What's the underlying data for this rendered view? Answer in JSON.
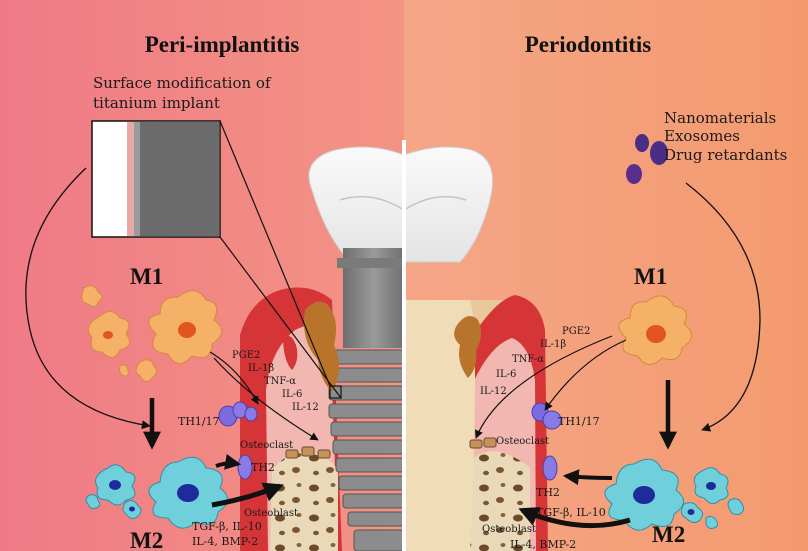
{
  "titles": {
    "left": "Peri-implantitis",
    "right": "Periodontitis"
  },
  "left": {
    "surface_line1": "Surface modification of",
    "surface_line2": "titanium implant",
    "m1": "M1",
    "m2": "M2",
    "cytokines": [
      "PGE2",
      "IL-1β",
      "TNF-α",
      "IL-6",
      "IL-12"
    ],
    "th117": "TH1/17",
    "th2": "TH2",
    "osteoclast": "Osteoclast",
    "osteoblast": "Osteoblast",
    "m2_factors_1": "TGF-β, IL-10",
    "m2_factors_2": "IL-4, BMP-2"
  },
  "right": {
    "agents": [
      "Nanomaterials",
      "Exosomes",
      "Drug retardants"
    ],
    "m1": "M1",
    "m2": "M2",
    "cytokines": [
      "PGE2",
      "IL-1β",
      "TNF-α",
      "IL-6",
      "IL-12"
    ],
    "th117": "TH1/17",
    "th2": "TH2",
    "osteoclast": "Osteoclast",
    "osteoblast": "Osteoblast",
    "m2_factors_1": "TGF-β, IL-10",
    "m2_factors_2": "IL-4, BMP-2"
  },
  "colors": {
    "left_bg": "#f0808a",
    "right_bg": "#f3a277",
    "m1_cell": "#f5b168",
    "m1_nucleus": "#e2551e",
    "m2_cell": "#6fd0dc",
    "m2_nucleus": "#1e2b9b",
    "t_cell": "#8a7ae6",
    "gum_red": "#d9363a",
    "bone": "#e8d7b7"
  }
}
